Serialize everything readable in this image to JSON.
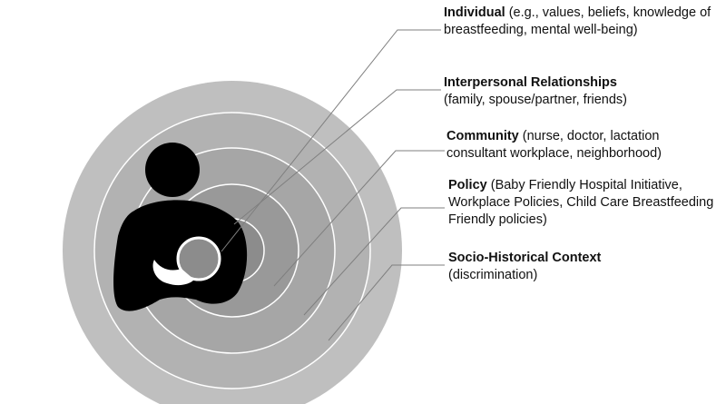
{
  "levels": [
    {
      "key": "individual",
      "title": "Individual",
      "detail": " (e.g., values, beliefs, knowledge of breastfeeding, mental well-being)",
      "fill": "#8c8c8c"
    },
    {
      "key": "interpersonal",
      "title": "Interpersonal Relationships",
      "detail": "(family, spouse/partner, friends)",
      "fill": "#999999"
    },
    {
      "key": "community",
      "title": "Community",
      "detail": " (nurse, doctor, lactation consultant workplace, neighborhood)",
      "fill": "#a6a6a6"
    },
    {
      "key": "policy",
      "title": "Policy",
      "detail": " (Baby Friendly Hospital Initiative, Workplace Policies, Child Care Breastfeeding Friendly policies)",
      "fill": "#b2b2b2"
    },
    {
      "key": "socio",
      "title": "Socio-Historical Context",
      "detail": "(discrimination)",
      "fill": "#bfbfbf"
    }
  ],
  "colors": {
    "ring_stroke": "#ffffff",
    "leader_line": "#7f7f7f",
    "icon": "#000000"
  },
  "icon_name": "breastfeeding-icon"
}
